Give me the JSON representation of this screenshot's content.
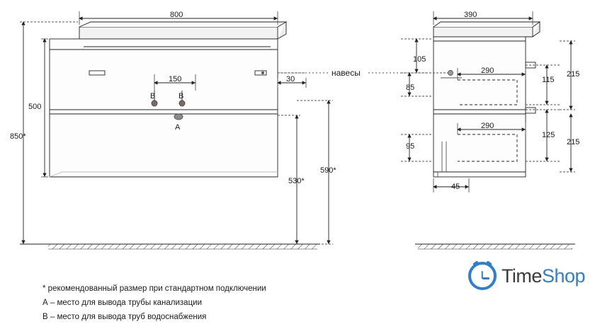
{
  "drawing": {
    "title": "bathroom-cabinet-technical-drawing",
    "front_view": {
      "dimensions": {
        "width_top": "800",
        "height_total_left": "850*",
        "height_body": "500",
        "offset_right": "30",
        "inner_width": "150",
        "drop_530": "530*",
        "drop_590": "590*"
      },
      "markers": {
        "b_left": "B",
        "b_right": "B",
        "a_center": "A"
      }
    },
    "side_view": {
      "dimensions": {
        "depth_top": "390",
        "d105": "105",
        "d85": "85",
        "d95": "95",
        "d45": "45",
        "d290_upper": "290",
        "d290_lower": "290",
        "d115": "115",
        "d125": "125",
        "d215_upper": "215",
        "d215_lower": "215"
      }
    },
    "labels": {
      "hangers": "навесы"
    }
  },
  "notes": [
    "* рекомендованный размер при стандартном подключении",
    "А – место для вывода трубы канализации",
    "В – место для вывода труб водоснабжения"
  ],
  "logo": {
    "name_part1": "Time",
    "name_part2": "Shop",
    "icon": "alarm-clock-icon",
    "accent_color": "#2f7fd0"
  }
}
